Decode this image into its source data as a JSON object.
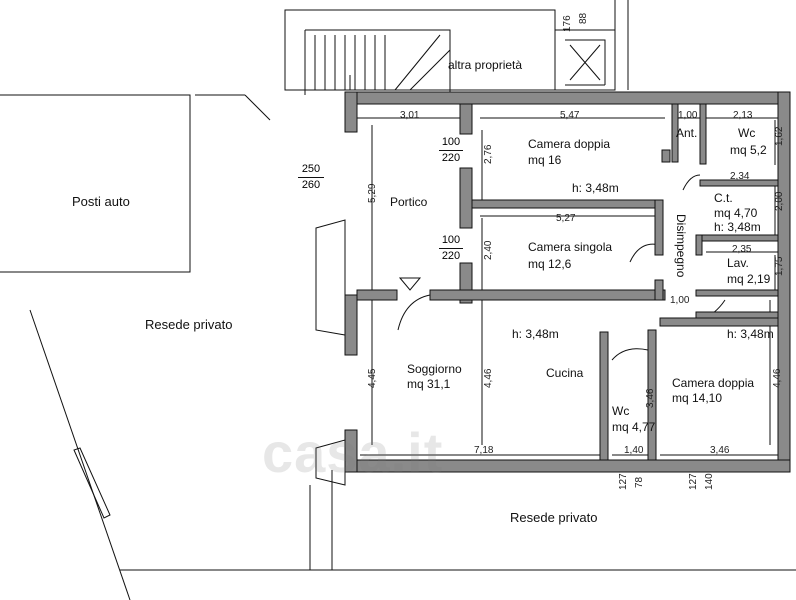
{
  "rooms": {
    "altra_proprieta": "altra proprietà",
    "posti_auto": "Posti auto",
    "resede_left": "Resede privato",
    "resede_bottom": "Resede privato",
    "portico": "Portico",
    "camera_doppia_1": "Camera doppia",
    "camera_doppia_1_area": "mq 16",
    "camera_doppia_1_h": "h: 3,48m",
    "camera_singola": "Camera singola",
    "camera_singola_area": "mq 12,6",
    "ant": "Ant.",
    "wc_top": "Wc",
    "wc_top_area": "mq 5,2",
    "ct": "C.t.",
    "ct_area": "mq 4,70",
    "ct_h": "h: 3,48m",
    "lav": "Lav.",
    "lav_area": "mq 2,19",
    "disimpegno": "Disimpegno",
    "soggiorno": "Soggiorno",
    "soggiorno_area": "mq 31,1",
    "soggiorno_h": "h: 3,48m",
    "cucina": "Cucina",
    "wc_bottom": "Wc",
    "wc_bottom_area": "mq 4,77",
    "camera_doppia_2": "Camera doppia",
    "camera_doppia_2_area": "mq 14,10",
    "camera_doppia_2_h": "h: 3,48m"
  },
  "dimensions": {
    "d301": "3,01",
    "d547": "5,47",
    "d100a": "1,00",
    "d213": "2,13",
    "d162": "1,62",
    "d276": "2,76",
    "d234": "2,34",
    "d200": "2,00",
    "d529": "5,29",
    "d527": "5,27",
    "d240": "2,40",
    "d235": "2,35",
    "d175": "1,75",
    "d100b": "1,00",
    "d445": "4,45",
    "d446a": "4,46",
    "d346v": "3,46",
    "d446b": "4,46",
    "d718": "7,18",
    "d140": "1,40",
    "d346h": "3,46",
    "d88": "88",
    "d176": "176",
    "d127a": "127",
    "d78": "78",
    "d127b": "127",
    "d140b": "140"
  },
  "openings": {
    "p1_top": "100",
    "p1_bot": "220",
    "p2_top": "100",
    "p2_bot": "220",
    "p3_top": "250",
    "p3_bot": "260"
  },
  "watermark": "casa.it",
  "colors": {
    "wall": "#8a8a8a",
    "line": "#111111"
  }
}
